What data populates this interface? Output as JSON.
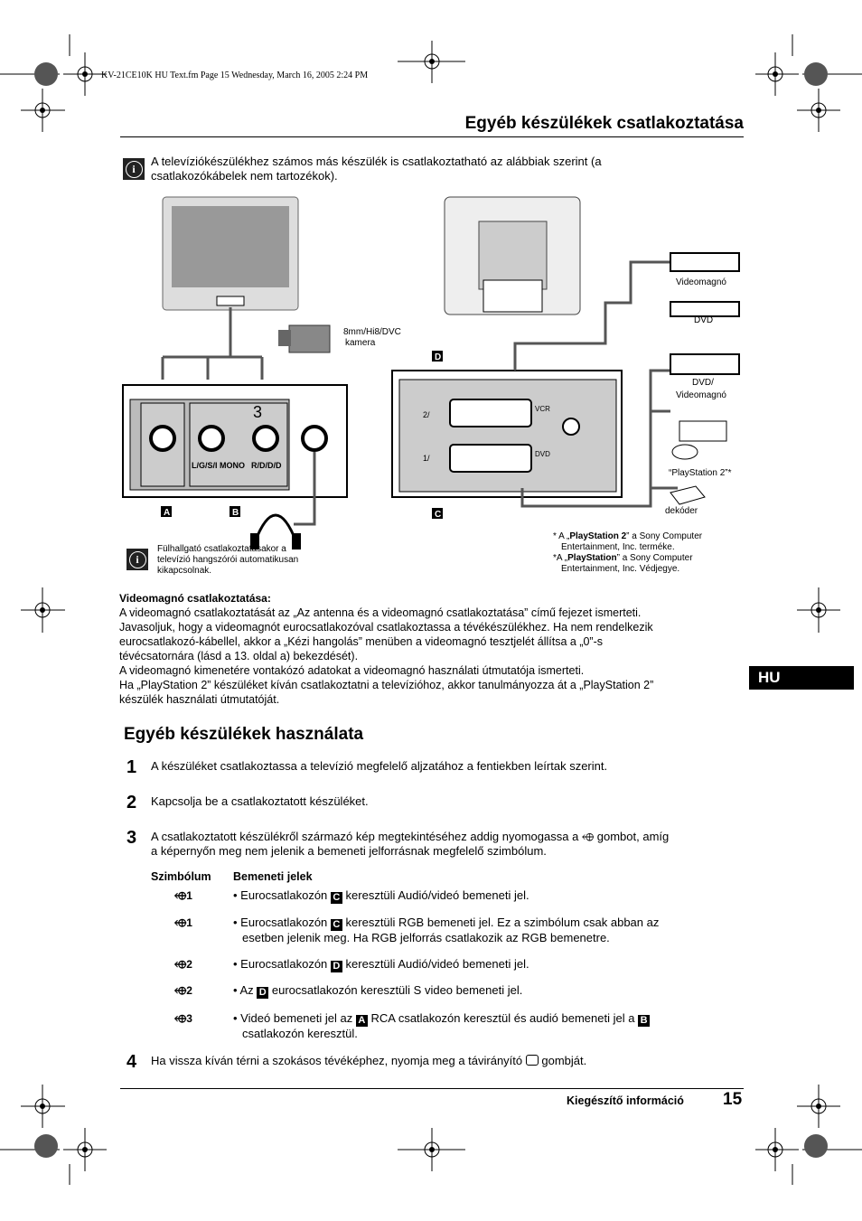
{
  "file_header": "KV-21CE10K HU Text.fm  Page 15  Wednesday, March 16, 2005  2:24 PM",
  "section_title": "Egyéb készülékek csatlakoztatása",
  "intro_text_1": "A televíziókészülékhez számos más készülék is csatlakoztatható az alábbiak szerint (a",
  "intro_text_2": "csatlakozókábelek nem tartozékok).",
  "diagram": {
    "camera_label_1": "8mm/Hi8/DVC",
    "camera_label_2": "kamera",
    "jack_label_1": "L/G/S/I MONO",
    "jack_label_2": "R/D/D/D",
    "jack_num": "3",
    "label_a": "A",
    "label_b": "B",
    "label_c": "C",
    "label_d": "D",
    "scart2": "2/",
    "scart1": "1/",
    "vcr": "VCR",
    "dvd_side": "DVD",
    "videomagno": "Videomagnó",
    "dvd": "DVD",
    "dvd_video_1": "DVD/",
    "dvd_video_2": "Videomagnó",
    "ps2": "“PlayStation 2”*",
    "decoder": "dekóder"
  },
  "headphone_note_1": "Fülhallgató csatlakoztatásakor a",
  "headphone_note_2": "televízió hangszórói automatikusan",
  "headphone_note_3": "kikapcsolnak.",
  "footnote_1a": "*  A „",
  "footnote_1b": "PlayStation 2",
  "footnote_1c": "” a Sony Computer",
  "footnote_1d": "Entertainment, Inc. terméke.",
  "footnote_2a": "*A „",
  "footnote_2b": "PlayStation",
  "footnote_2c": "” a Sony Computer",
  "footnote_2d": "Entertainment, Inc. Védjegye.",
  "vcr_heading": "Videomagnó csatlakoztatása:",
  "vcr_lines": [
    "A videomagnó csatlakoztatását az „Az antenna és a videomagnó csatlakoztatása” című fejezet ismerteti.",
    "Javasoljuk, hogy a videomagnót eurocsatlakozóval csatlakoztassa a tévékészülékhez. Ha nem rendelkezik",
    "eurocsatlakozó-kábellel, akkor a „Kézi hangolás” menüben a videomagnó tesztjelét állítsa a „0”-s",
    "tévécsatornára (lásd a 13. oldal a) bekezdését).",
    "A videomagnó kimenetére vontakózó adatokat a videomagnó használati útmutatója ismerteti.",
    "Ha „PlayStation 2” készüléket kíván csatlakoztatni a televízióhoz, akkor tanulmányozza át a „PlayStation 2”",
    "készülék használati útmutatóját."
  ],
  "lang_tab": "HU",
  "usage_title": "Egyéb készülékek használata",
  "steps": [
    {
      "n": "1",
      "text": "A készüléket csatlakoztassa a televízió megfelelő aljzatához a fentiekben leírtak szerint."
    },
    {
      "n": "2",
      "text": "Kapcsolja be a csatlakoztatott készüléket."
    },
    {
      "n": "3",
      "text_a": "A csatlakoztatott készülékről származó kép megtekintéséhez addig nyomogassa a",
      "text_b": "gombot, amíg",
      "text_c": "a képernyőn meg nem jelenik a bemeneti jelforrásnak megfelelő szimbólum."
    },
    {
      "n": "4",
      "text_a": "Ha vissza kíván térni a szokásos tévéképhez, nyomja meg a távirányító",
      "text_b": "gombját."
    }
  ],
  "table": {
    "col1": "Szimbólum",
    "col2": "Bemeneti jelek",
    "rows": [
      {
        "sym": "1",
        "pre": "• Eurocsatlakozón",
        "box": "C",
        "post": "keresztüli Audió/videó bemeneti jel.",
        "line2": ""
      },
      {
        "sym": "1",
        "pre": "• Eurocsatlakozón",
        "box": "C",
        "post": "keresztüli RGB bemeneti jel. Ez a szimbólum csak abban az",
        "line2": "esetben jelenik meg. Ha RGB jelforrás csatlakozik az RGB bemenetre."
      },
      {
        "sym": "2",
        "pre": "• Eurocsatlakozón",
        "box": "D",
        "post": "keresztüli Audió/videó bemeneti jel.",
        "line2": ""
      },
      {
        "sym": "2",
        "pre": "• Az",
        "box": "D",
        "post": "eurocsatlakozón keresztüli S video bemeneti jel.",
        "line2": ""
      },
      {
        "sym": "3",
        "pre": "• Videó bemeneti jel az",
        "box": "A",
        "post": "RCA csatlakozón keresztül és audió bemeneti jel a",
        "box2": "B",
        "line2": "csatlakozón keresztül."
      }
    ]
  },
  "footer_label": "Kiegészítő információ",
  "page_number": "15"
}
